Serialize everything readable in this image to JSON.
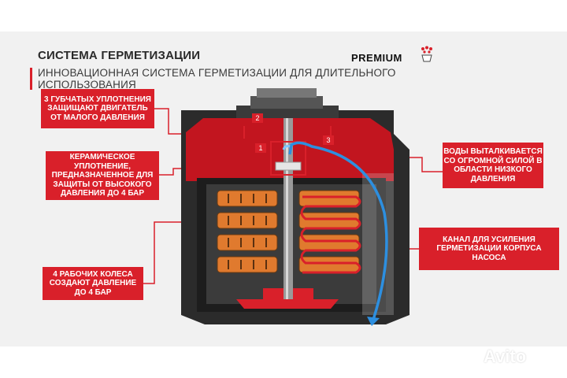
{
  "header": {
    "title": "СИСТЕМА ГЕРМЕТИЗАЦИИ",
    "subtitle": "ИННОВАЦИОННАЯ СИСТЕМА ГЕРМЕТИЗАЦИИ ДЛЯ ДЛИТЕЛЬНОГО ИСПОЛЬЗОВАНИЯ",
    "logo_text": "PREMIUM"
  },
  "callouts": {
    "seals_3": "3 ГУБЧАТЫХ УПЛОТНЕНИЯ ЗАЩИЩАЮТ ДВИГАТЕЛЬ ОТ МАЛОГО ДАВЛЕНИЯ",
    "ceramic_seal": "КЕРАМИЧЕСКОЕ УПЛОТНЕНИЕ, ПРЕДНАЗНАЧЕННОЕ ДЛЯ ЗАЩИТЫ ОТ ВЫСОКОГО ДАВЛЕНИЯ ДО 4 БАР",
    "impellers": "4 РАБОЧИХ КОЛЕСА СОЗДАЮТ ДАВЛЕНИЕ ДО 4 БАР",
    "water": "ВОДЫ ВЫТАЛКИВАЕТСЯ СО ОГРОМНОЙ СИЛОЙ В ОБЛАСТИ НИЗКОГО ДАВЛЕНИЯ",
    "channel": "КАНАЛ ДЛЯ УСИЛЕНИЯ ГЕРМЕТИЗАЦИИ КОРПУСА НАСОСА"
  },
  "markers": [
    "1",
    "2",
    "3"
  ],
  "watermark": "Avito",
  "colors": {
    "accent_red": "#d9202a",
    "impeller_orange": "#e07a2e",
    "flow_blue": "#2d8fe0",
    "dark_body": "#2b2b2b"
  }
}
